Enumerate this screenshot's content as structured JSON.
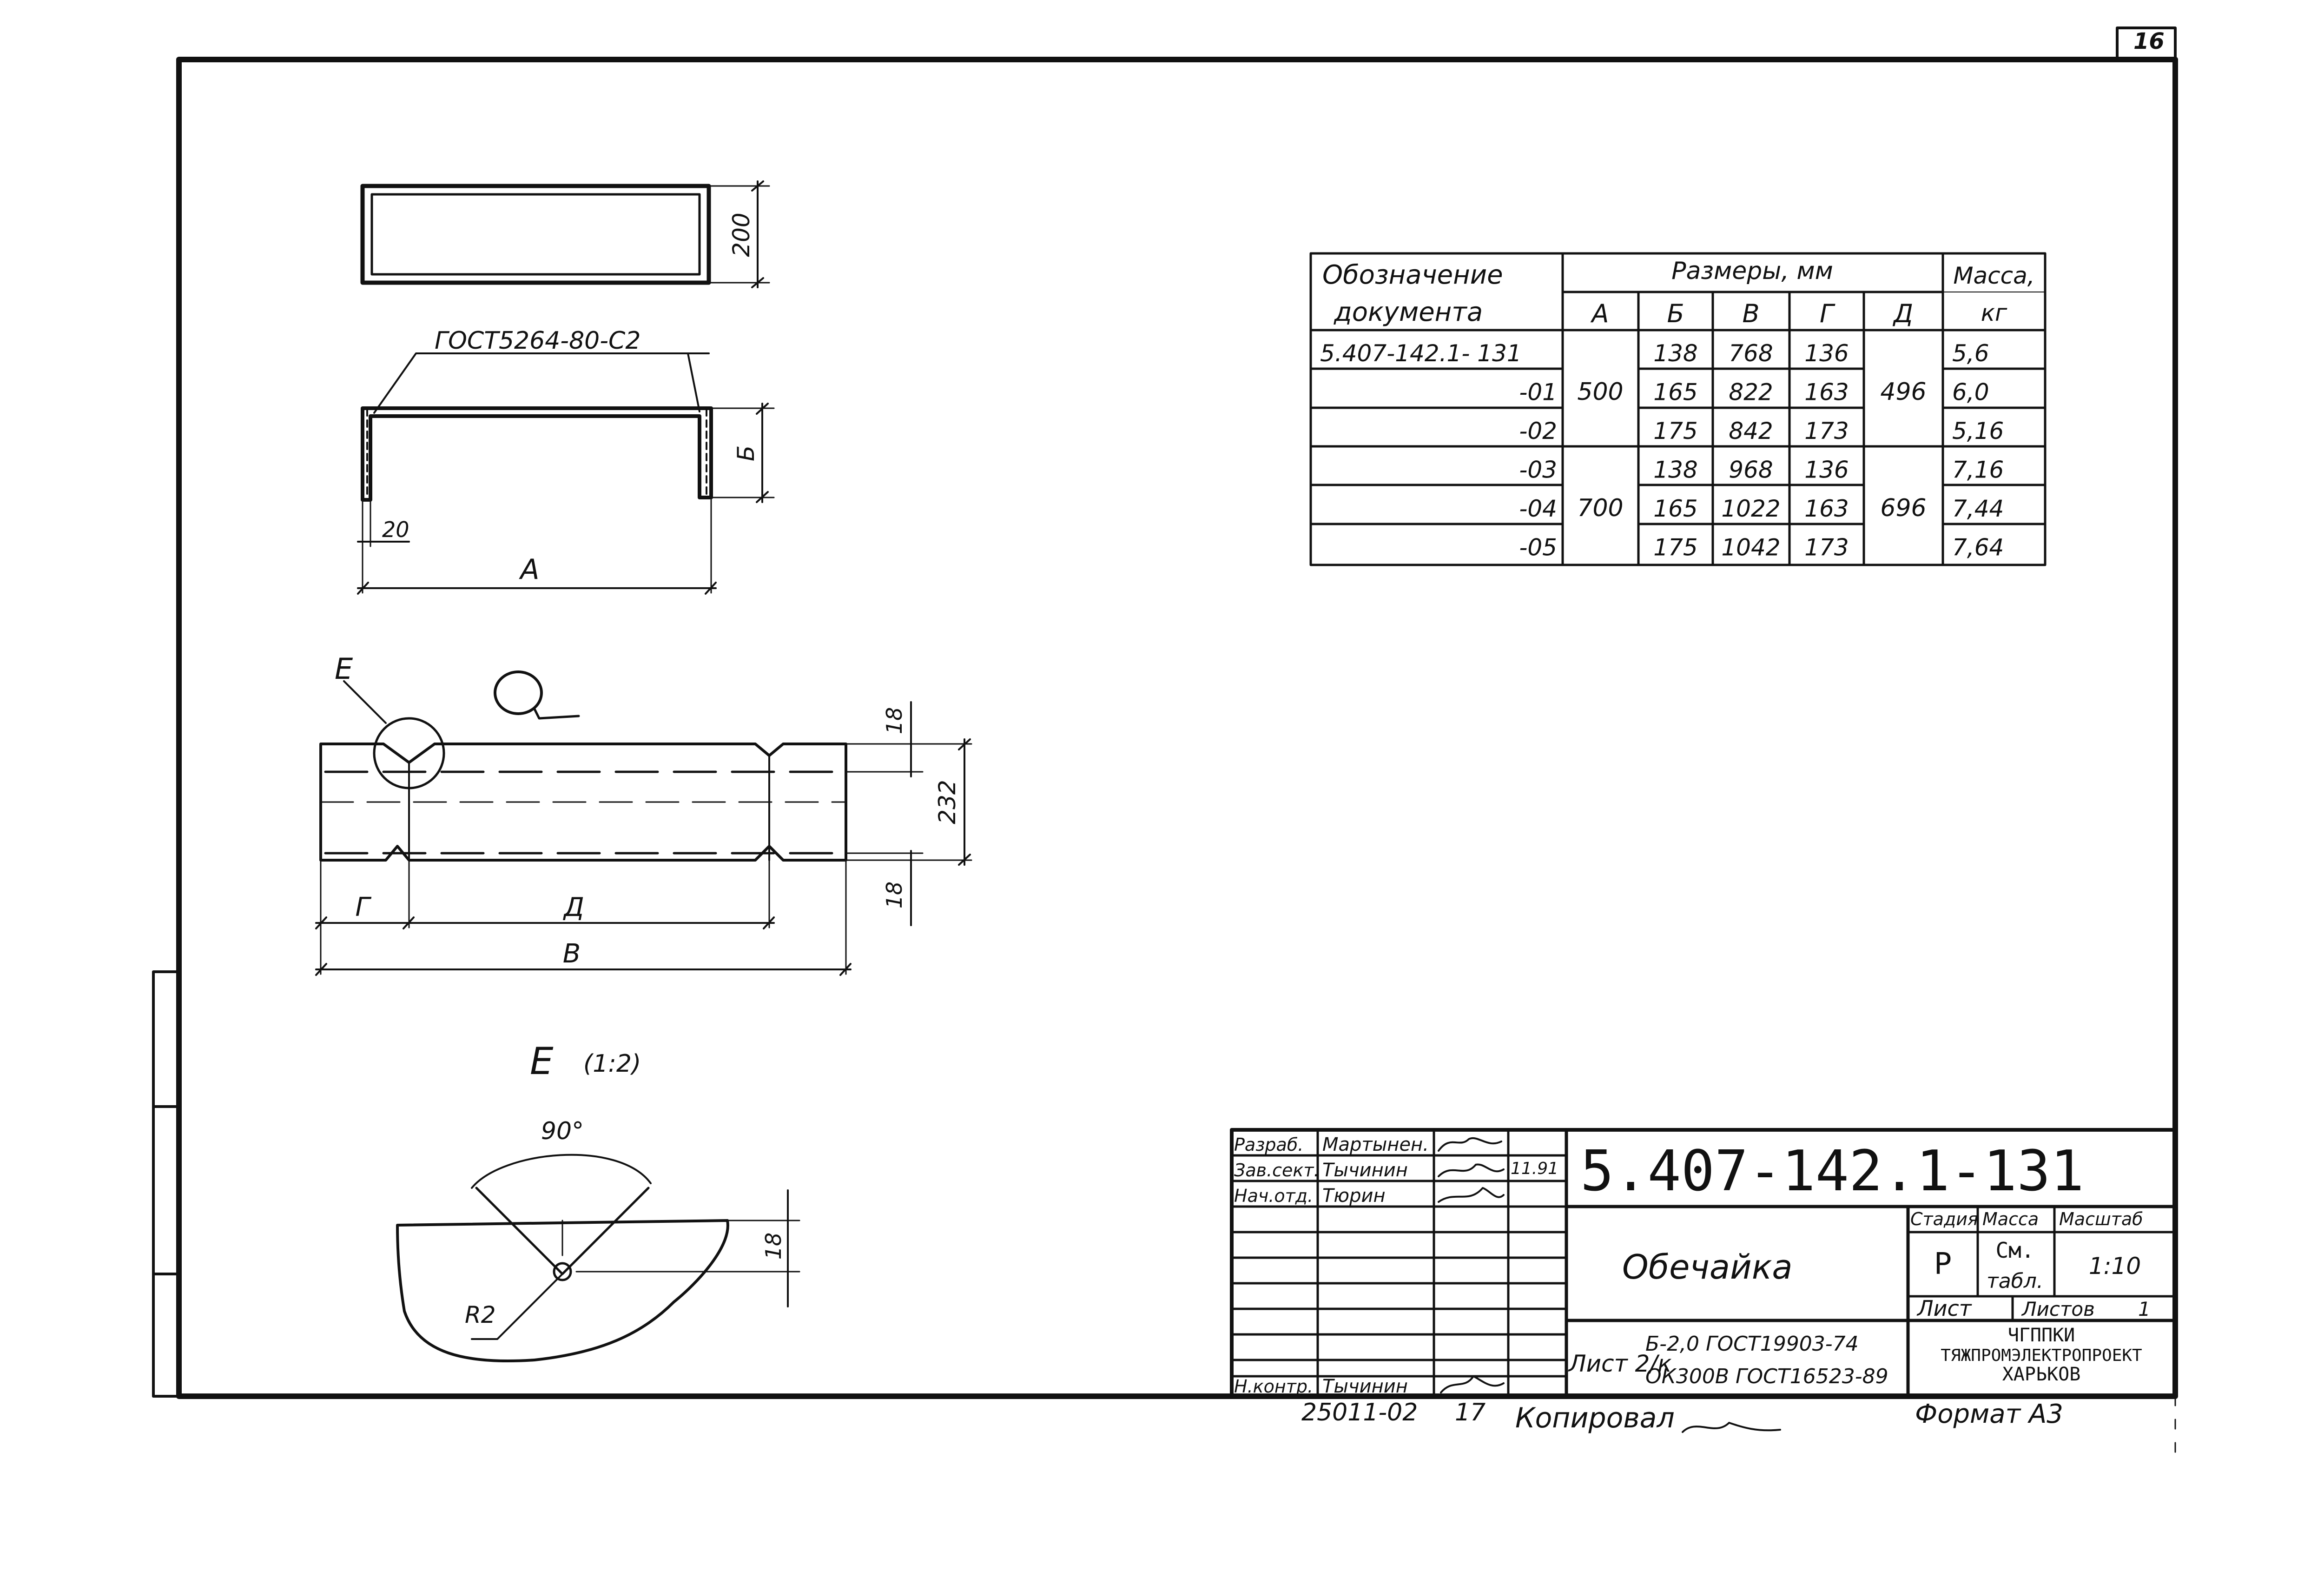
{
  "sheet_number": "16",
  "drawing_number": "5.407-142.1-131",
  "title": "Обечайка",
  "views": {
    "top_view": {
      "height_dim": "200"
    },
    "front_view": {
      "weld_symbol": "ГОСТ5264-80-С2",
      "flange_dim": "20",
      "width_dim": "А",
      "height_dim": "Б"
    },
    "flat_pattern": {
      "detail_marker": "Е",
      "top_margin_dim": "18",
      "strip_dim": "232",
      "bottom_margin_dim": "18",
      "seg_g": "Г",
      "seg_d": "Д",
      "total_dim": "В"
    },
    "detail": {
      "label": "Е",
      "scale": "(1:2)",
      "angle": "90°",
      "radius": "R2",
      "depth_dim": "18"
    }
  },
  "table": {
    "headers": {
      "designation": "Обозначение документа",
      "sizes": "Размеры, мм",
      "mass": "Масса, кг",
      "cols": [
        "А",
        "Б",
        "В",
        "Г",
        "Д"
      ]
    },
    "rows": [
      {
        "designation": "5.407-142.1- 131",
        "b": "138",
        "v": "768",
        "g": "136",
        "mass": "5,6"
      },
      {
        "designation": "-01",
        "b": "165",
        "v": "822",
        "g": "163",
        "mass": "6,0"
      },
      {
        "designation": "-02",
        "b": "175",
        "v": "842",
        "g": "173",
        "mass": "5,16"
      },
      {
        "designation": "-03",
        "b": "138",
        "v": "968",
        "g": "136",
        "mass": "7,16"
      },
      {
        "designation": "-04",
        "b": "165",
        "v": "1022",
        "g": "163",
        "mass": "7,44"
      },
      {
        "designation": "-05",
        "b": "175",
        "v": "1042",
        "g": "173",
        "mass": "7,64"
      }
    ],
    "merged": {
      "a_group1": "500",
      "a_group2": "700",
      "d_group1": "496",
      "d_group2": "696"
    }
  },
  "title_block": {
    "roles": [
      "Разраб.",
      "Зав.сект.",
      "Нач.отд.",
      "Н.контр."
    ],
    "names": [
      "Мартынен.",
      "Тычинин",
      "Тюрин",
      "Тычинин"
    ],
    "date": "11.91",
    "headers": {
      "stage": "Стадия",
      "mass": "Масса",
      "scale": "Масштаб"
    },
    "stage": "Р",
    "mass_lines": [
      "См.",
      "табл."
    ],
    "scale": "1:10",
    "sheet_label": "Лист",
    "sheets_label": "Листов",
    "sheets_count": "1",
    "org_lines": [
      "ЧГППКИ",
      "ТЯЖПРОМЭЛЕКТРОПРОЕКТ",
      "ХАРЬКОВ"
    ],
    "material_prefix": "Лист 2/к",
    "material_line1": "Б-2,0 ГОСТ19903-74",
    "material_line2": "ОК300В ГОСТ16523-89"
  },
  "footer": {
    "code": "25011-02",
    "number": "17",
    "copied_label": "Копировал",
    "format_label": "Формат А3"
  }
}
